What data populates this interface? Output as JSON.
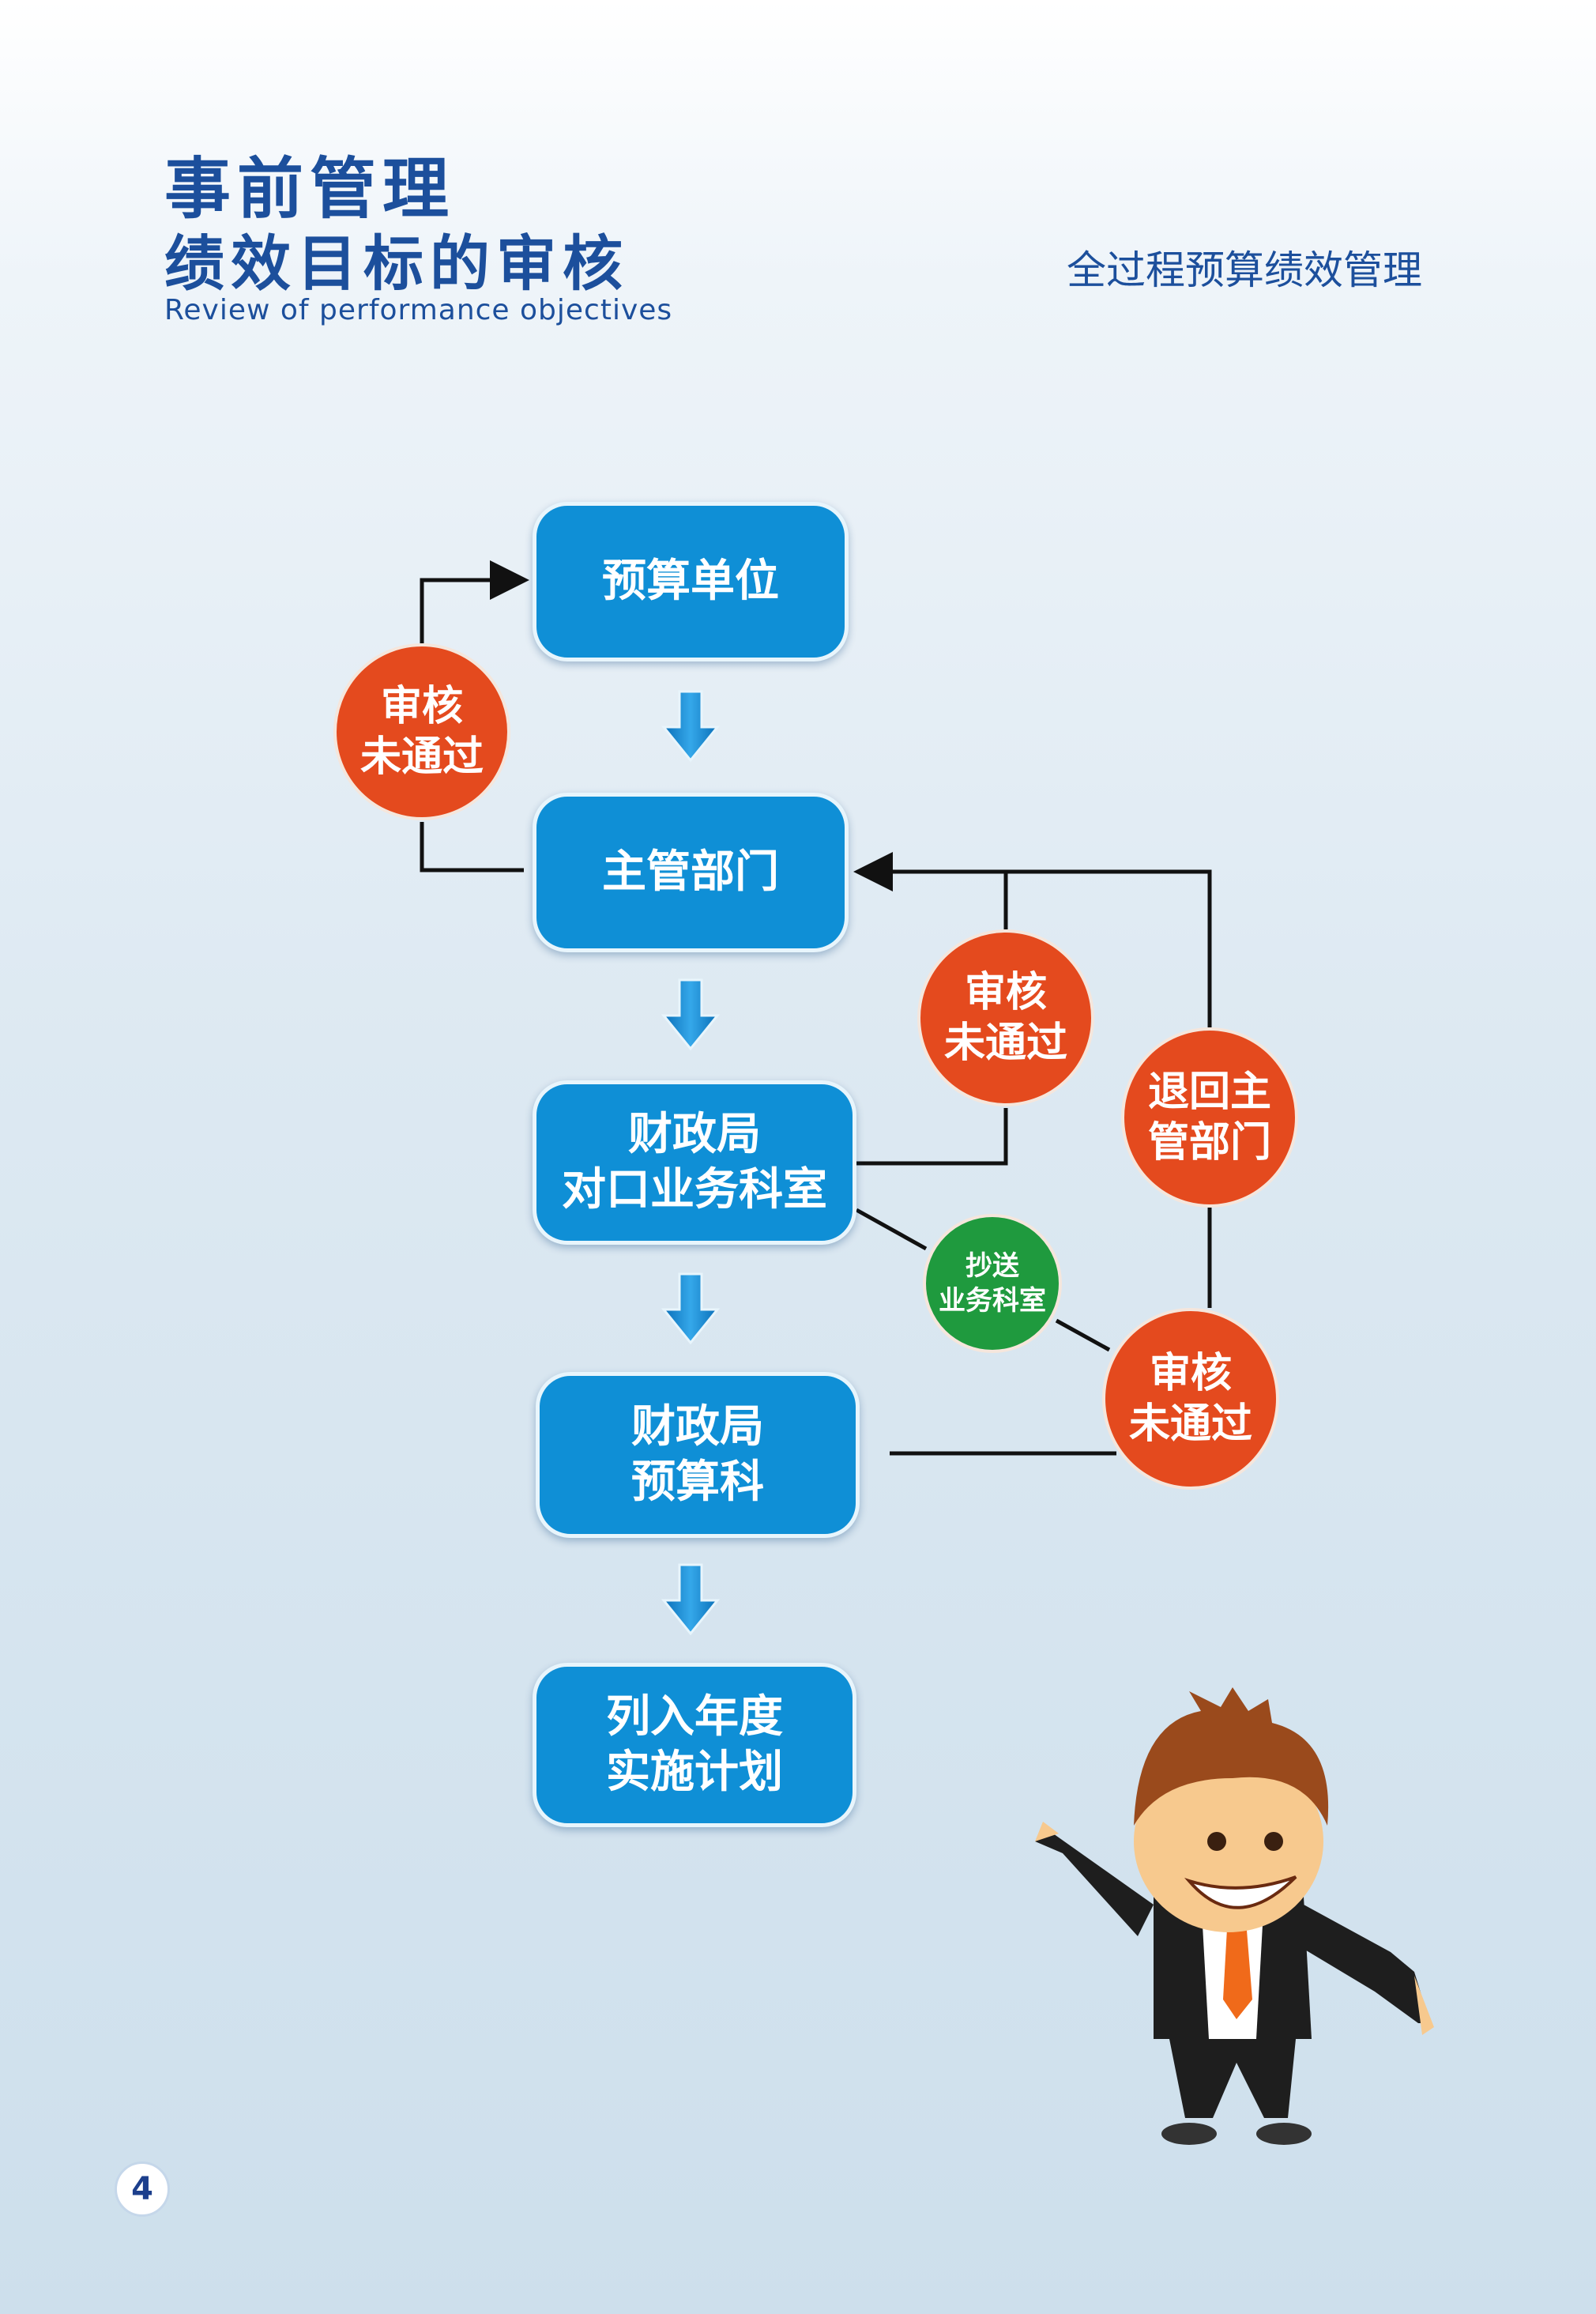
{
  "header": {
    "title_line1": "事前管理",
    "title_line2": "绩效目标的审核",
    "title_en": "Review of performance objectives",
    "subtitle": "全过程预算绩效管理"
  },
  "flow": {
    "steps": [
      {
        "line1": "预算单位",
        "line2": ""
      },
      {
        "line1": "主管部门",
        "line2": ""
      },
      {
        "line1": "财政局",
        "line2": "对口业务科室"
      },
      {
        "line1": "财政局",
        "line2": "预算科"
      },
      {
        "line1": "列入年度",
        "line2": "实施计划"
      }
    ],
    "circles": {
      "reject_left": {
        "line1": "审核",
        "line2": "未通过"
      },
      "reject_mid": {
        "line1": "审核",
        "line2": "未通过"
      },
      "return_dept": {
        "line1": "退回主",
        "line2": "管部门"
      },
      "copy_office": {
        "line1": "抄送",
        "line2": "业务科室"
      },
      "reject_bottom": {
        "line1": "审核",
        "line2": "未通过"
      }
    }
  },
  "page_number": "4",
  "colors": {
    "box": "#0f8fd6",
    "reject": "#e44a1e",
    "copy": "#1f9a3e",
    "title": "#1c4f9c"
  }
}
